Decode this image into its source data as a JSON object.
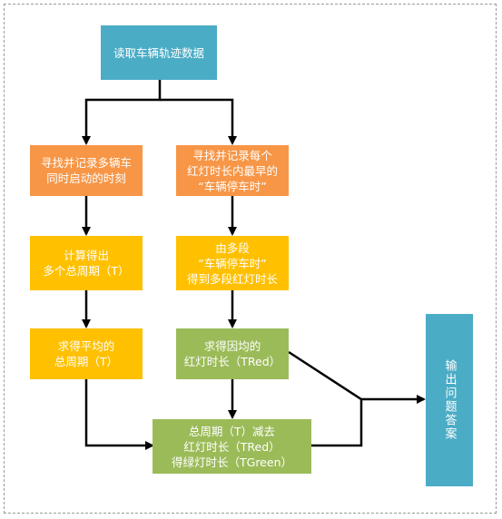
{
  "nodes": {
    "read": {
      "label": "读取车辆轨迹数据",
      "color": "#4bacc6"
    },
    "findL": {
      "label": "寻找并记录多辆车\n同时启动的时刻",
      "color": "#f79646"
    },
    "findR": {
      "label": "寻找并记录每个\n红灯时长内最早的\n“车辆停车时”",
      "color": "#f79646"
    },
    "calcL": {
      "label": "计算得出\n多个总周期（T）",
      "color": "#ffc000"
    },
    "calcR": {
      "label": "由多段\n“车辆停车时”\n得到多段红灯时长",
      "color": "#ffc000"
    },
    "avgL": {
      "label": "求得平均的\n总周期（T）",
      "color": "#ffc000"
    },
    "avgR": {
      "label": "求得因均的\n红灯时长（TRed）",
      "color": "#9bbb59"
    },
    "green": {
      "label": "总周期（T）减去\n红灯时长（TRed）\n得绿灯时长（TGreen）",
      "color": "#9bbb59"
    },
    "output": {
      "label": "输出问题答案",
      "color": "#4bacc6"
    }
  }
}
